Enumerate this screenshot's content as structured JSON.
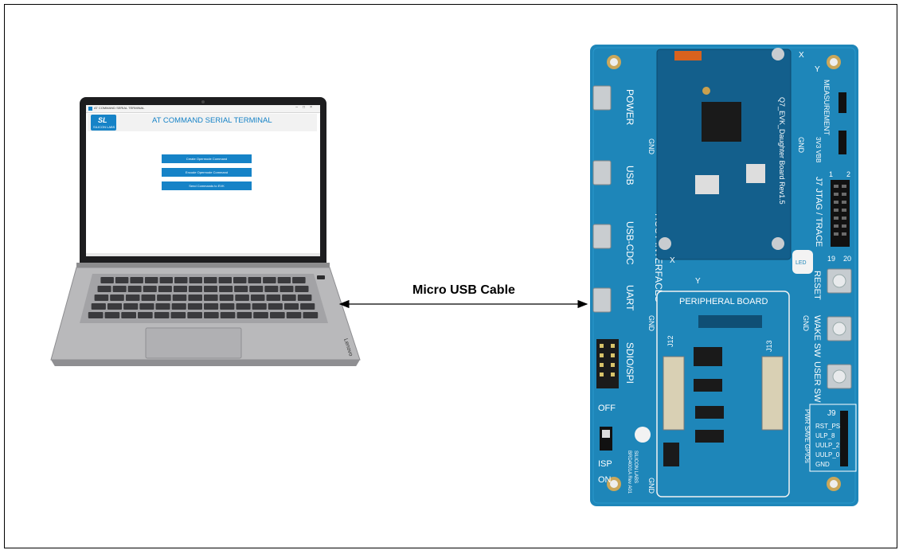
{
  "cable": {
    "label": "Micro USB Cable"
  },
  "laptop": {
    "window_title": "AT COMMAND SERIAL TERMINAL",
    "brand_text": "SILICON LABS",
    "app_title": "AT COMMAND SERIAL TERMINAL",
    "buttons": [
      {
        "label": "Create Opermode Command"
      },
      {
        "label": "Encode Opermode Command"
      },
      {
        "label": "Send Commands to EVK"
      }
    ],
    "lid_brand": "Lenovo"
  },
  "board": {
    "connectors_left": [
      "POWER",
      "USB",
      "USB-CDC",
      "UART",
      "SDIO/SPI"
    ],
    "host_interfaces": "HOST INTERFACES",
    "gnd": "GND",
    "measurement": "MEASUREMENT",
    "measurement_jumpers": "3V3 VBB",
    "jtag": "J7 JTAG / TRACE",
    "pin1": "1",
    "pin2": "2",
    "pin19": "19",
    "pin20": "20",
    "daughter_board": "Q7_EVK_Daughter Board Rev1.5",
    "buttons": [
      "RESET",
      "WAKE SW",
      "USER SW"
    ],
    "peripheral_board": "PERIPHERAL BOARD",
    "peripheral_connectors": [
      "J12",
      "J13"
    ],
    "j9": "J9",
    "gpio_labels": [
      "RST_PS",
      "ULP_8",
      "UULP_2",
      "UULP_0",
      "GND"
    ],
    "pwr_save": "PWR SAVE GPIOs",
    "isp_switch": [
      "OFF",
      "ISP",
      "ON"
    ],
    "axes": [
      "X",
      "Y"
    ],
    "led_label": "LED",
    "sl_brand": "SILICON LABS",
    "brd_id": "BRD4001A Rev A01"
  },
  "colors": {
    "board_blue": "#1e86b9",
    "board_dark": "#135f8c",
    "accent_blue": "#1683c7"
  }
}
